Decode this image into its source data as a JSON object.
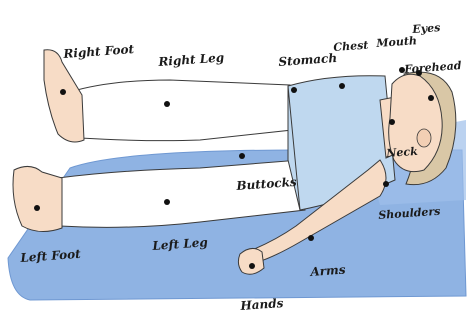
{
  "labels": {
    "right_foot": "Right Foot",
    "right_leg": "Right Leg",
    "stomach": "Stomach",
    "chest": "Chest",
    "mouth": "Mouth",
    "eyes": "Eyes",
    "forehead": "Forehead",
    "neck": "Neck",
    "buttocks": "Buttocks",
    "shoulders": "Shoulders",
    "left_foot": "Left Foot",
    "left_leg": "Left Leg",
    "arms": "Arms",
    "hands": "Hands"
  },
  "colors": {
    "mat": "#8fb3e3",
    "mat_edge": "#6f98d2",
    "skin": "#f7dcc6",
    "pants": "#ffffff",
    "shirt": "#bfd8ef",
    "hair": "#d9c7a6",
    "outline": "#3a3a3a",
    "dot": "#111111"
  }
}
